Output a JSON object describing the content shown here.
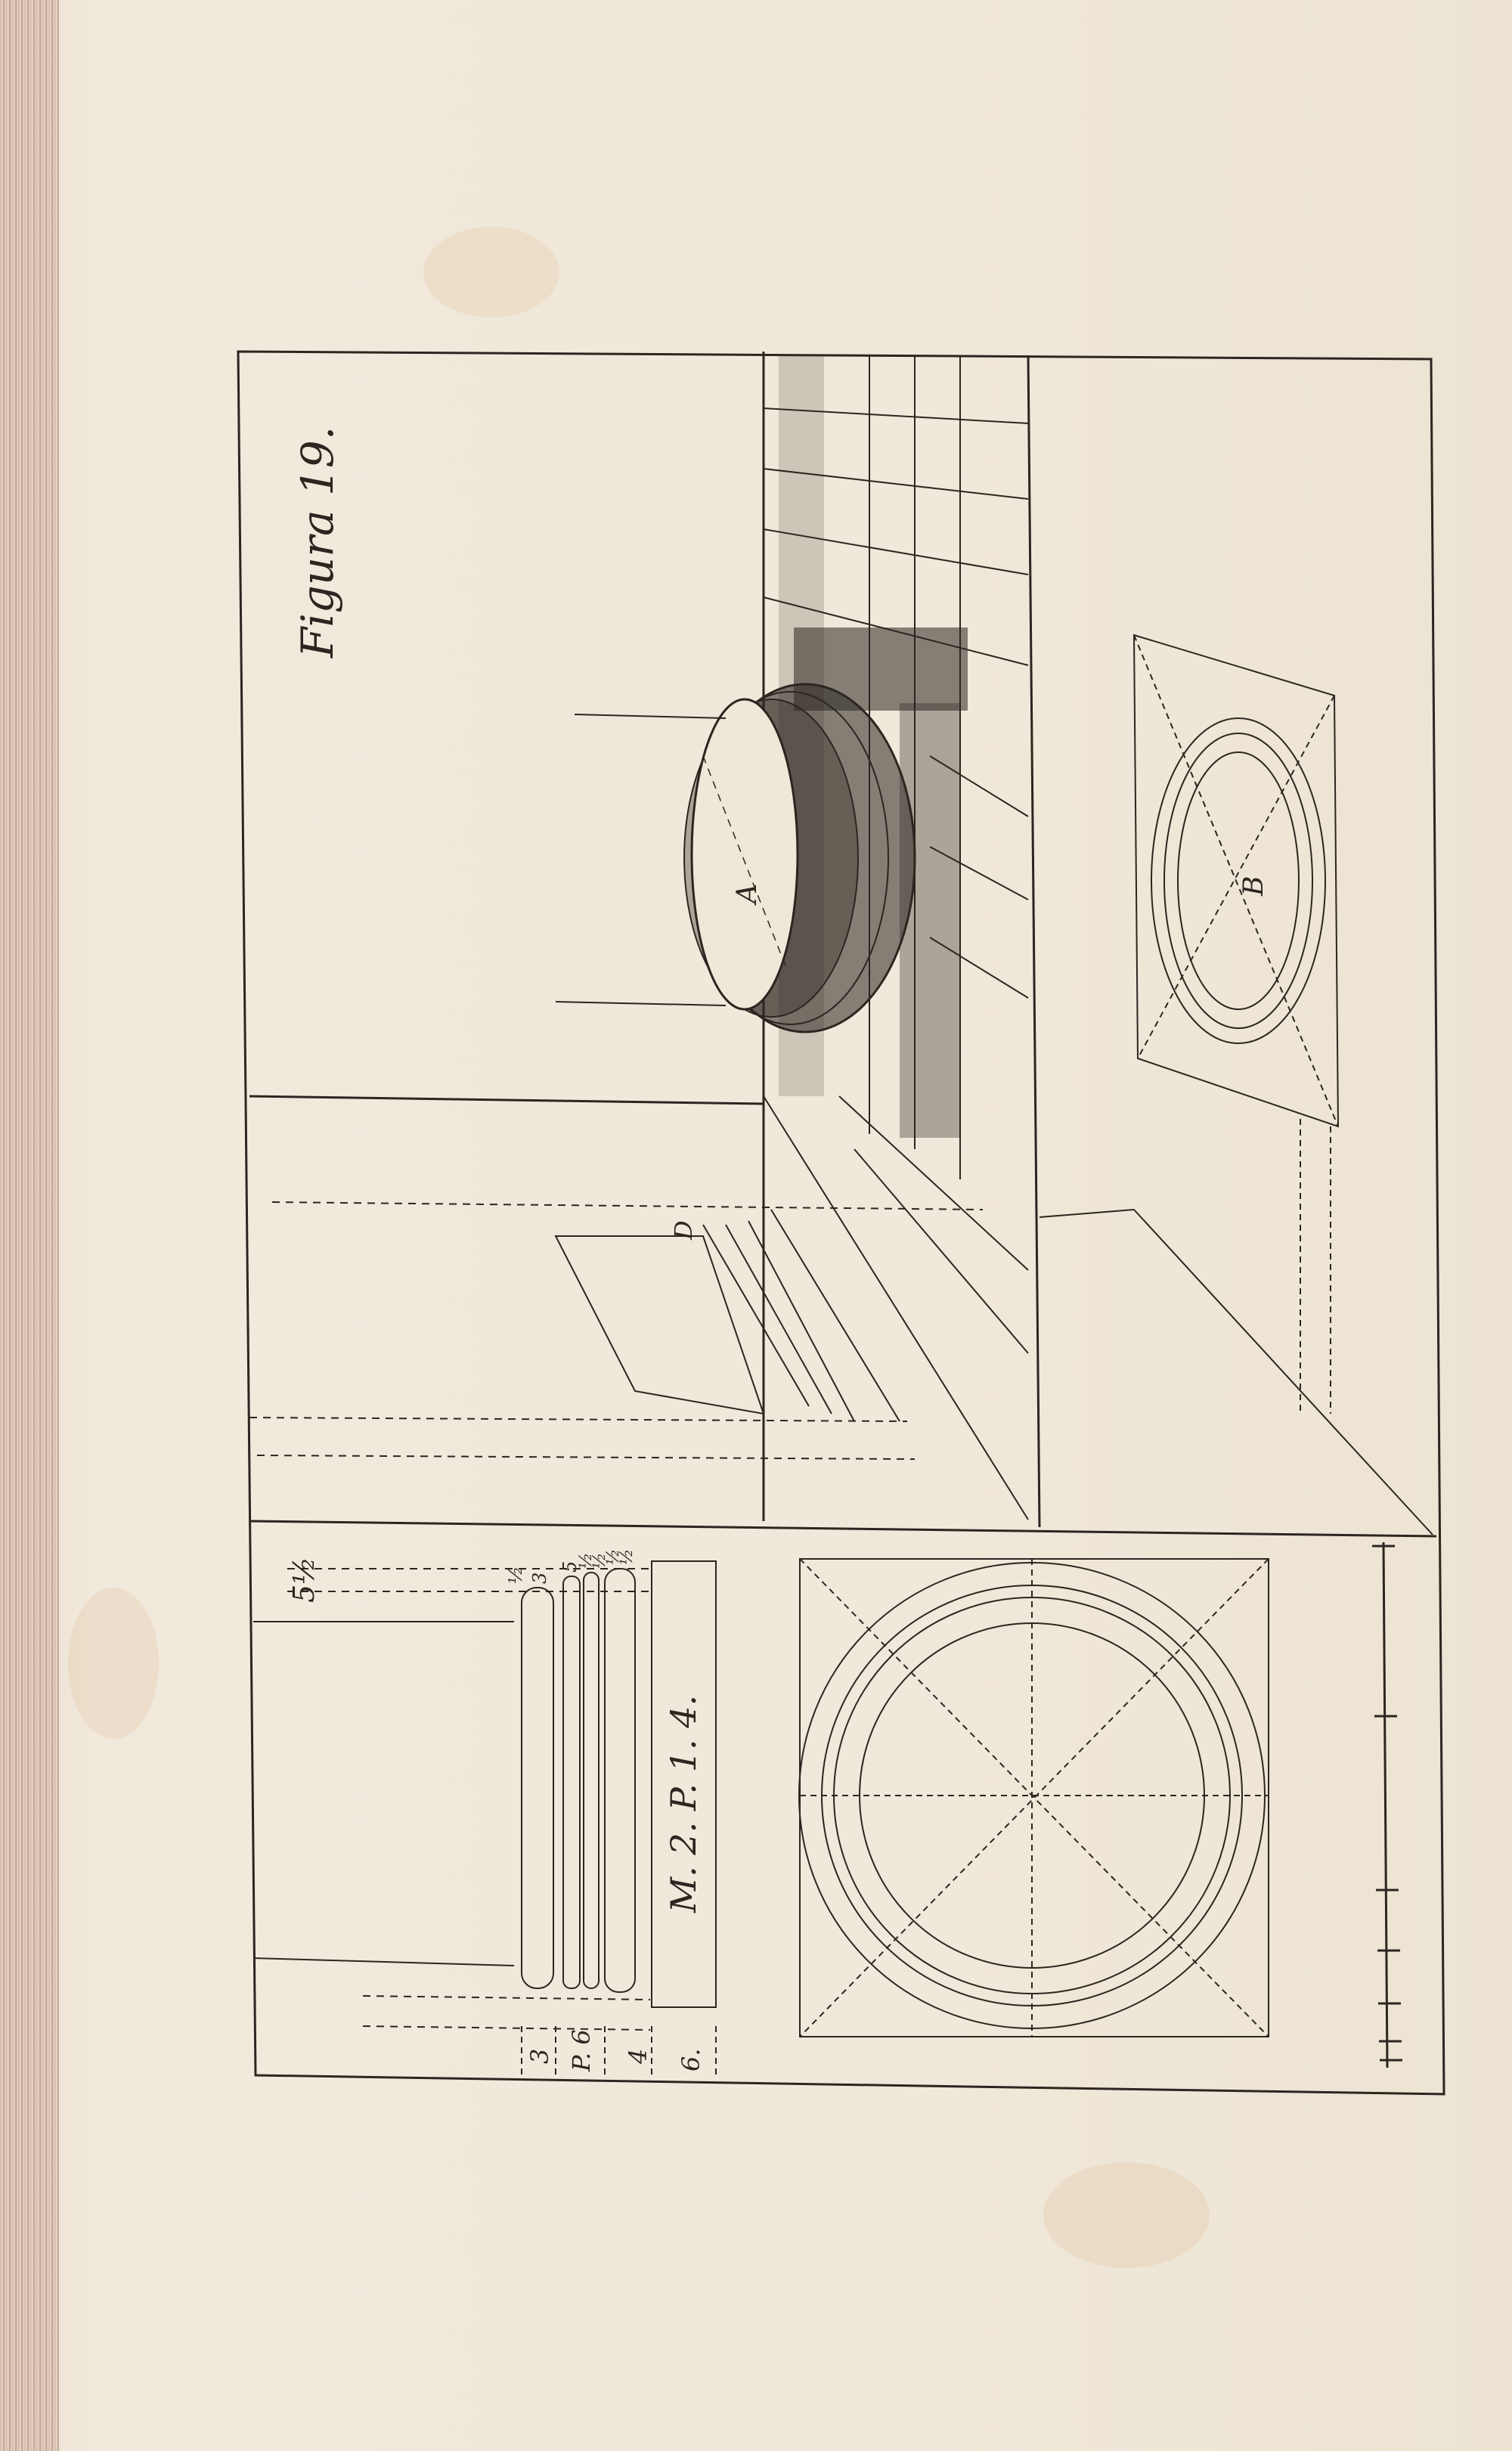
{
  "figure": {
    "title": "Figura 19.",
    "label_a": "A",
    "label_b": "B",
    "label_d": "D"
  },
  "profile": {
    "dimension_top": "5½",
    "side_numbers": [
      "½",
      "3",
      "5",
      "½",
      "½",
      "½",
      "½"
    ],
    "center_text": "M. 2. P. 1. 4.",
    "bottom_numbers": [
      "3",
      "P. 6",
      "4",
      "6."
    ]
  },
  "colors": {
    "paper": "#efe7d8",
    "ink": "#2b2620"
  }
}
